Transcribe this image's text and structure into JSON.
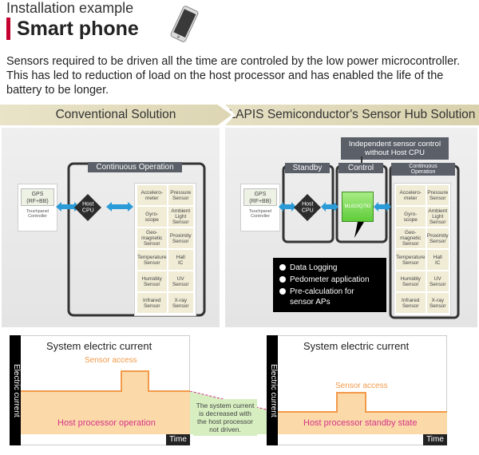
{
  "header": {
    "line": "Installation example",
    "title": "Smart phone"
  },
  "intro": "Sensors required to be driven all the time are controled by the low power microcontroller. This has led to reduction of load on the host processor and has enabled the life of the battery to be longer.",
  "left": {
    "band": "Conventional Solution",
    "op_label": "Continuous Operation",
    "gps": "GPS\n(RF+BB)",
    "touch": "Touchpanel\nController",
    "cpu": "Host\nCPU",
    "sensors": [
      "Accelero-\nmeter",
      "Pressure\nSensor",
      "Gyro-\nscope",
      "Ambient\nLight\nSensor",
      "Geo-\nmagnetic\nSensor",
      "Proximity\nSensor",
      "Temperature\nSensor",
      "Hall\nIC",
      "Humidity\nSensor",
      "UV\nSensor",
      "Infrared\nSensor",
      "X-ray\nSensor"
    ]
  },
  "right": {
    "band": "LAPIS Semiconductor's Sensor Hub Solution",
    "note": "Independent sensor control without Host CPU",
    "standby": "Standby",
    "control": "Control",
    "continuous": "Continuous\nOperation",
    "gps": "GPS\n(RF+BB)",
    "touch": "Touchpanel\nController",
    "cpu": "Host\nCPU",
    "mcu": "ML610Q792",
    "bullets": [
      "Data Logging",
      "Pedometer application",
      "Pre-calculation for sensor APs"
    ],
    "sensors": [
      "Accelero-\nmeter",
      "Pressure\nSensor",
      "Gyro-\nscope",
      "Ambient\nLight\nSensor",
      "Geo-\nmagnetic\nSensor",
      "Proximity\nSensor",
      "Temperature\nSensor",
      "Hall\nIC",
      "Humidity\nSensor",
      "UV\nSensor",
      "Infrared\nSensor",
      "X-ray\nSensor"
    ]
  },
  "chart_left": {
    "ylabel": "Electric current",
    "title": "System electric current",
    "access": "Sensor access",
    "base": "Host processor operation",
    "xlabel": "Time"
  },
  "chart_right": {
    "ylabel": "Electric current",
    "title": "System electric current",
    "access": "Sensor access",
    "base": "Host processor standby state",
    "xlabel": "Time"
  },
  "callout": "The system current is decreased with the host processor not driven.",
  "colors": {
    "accent_red": "#c3002f",
    "orange": "#f39a4a",
    "orange_fill": "#fbd9a8",
    "pink_text": "#d6338a",
    "green_callout": "#d6eec0",
    "blue_arrow": "#2b9bd8",
    "mcu_green": "#7ed957"
  }
}
